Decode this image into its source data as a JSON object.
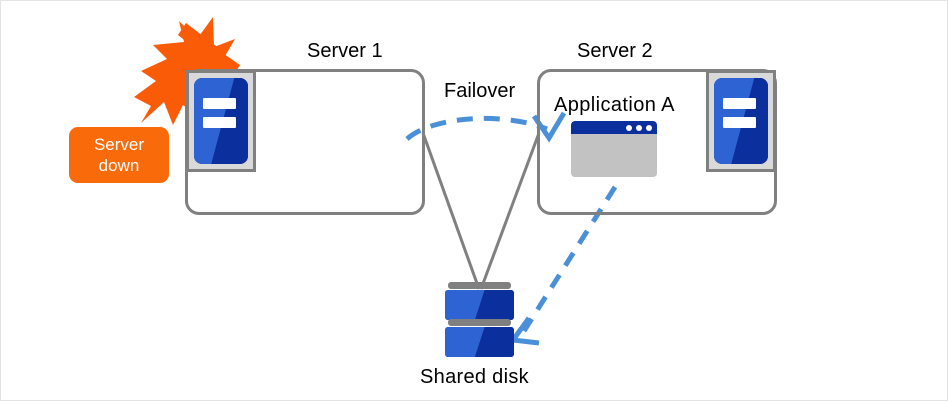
{
  "diagram": {
    "title_labels": {
      "server1": "Server 1",
      "server2": "Server 2",
      "failover": "Failover",
      "application": "Application A",
      "shared_disk": "Shared disk"
    },
    "status_badge": {
      "line1": "Server",
      "line2": "down",
      "color": "#F96A0B",
      "text_color": "#FFFFFF"
    },
    "icons": {
      "server1_machine": "server-tower-icon",
      "server2_machine": "server-tower-icon",
      "application_window": "application-window-icon",
      "shared_disk": "disk-stack-icon",
      "failure_burst": "lightning-burst-icon"
    },
    "colors": {
      "box_outline": "#808080",
      "connector_line": "#808080",
      "arrow_blue": "#4A90D9",
      "tower_blue_light": "#2E63D4",
      "tower_blue_dark": "#0B2F9C",
      "icon_frame_gray": "#D9D9D9",
      "window_body_gray": "#C2C2C2",
      "burst_orange": "#FA5B07",
      "canvas_border": "#E3E3E3"
    },
    "arrows": [
      {
        "name": "failover-arrow",
        "label": "Failover",
        "from": "Server 1",
        "to": "Application A on Server 2",
        "style": "dashed-curve"
      },
      {
        "name": "disk-access-arrow",
        "label": "",
        "from": "Application A",
        "to": "Shared disk",
        "style": "dashed-straight"
      }
    ],
    "connectors": [
      {
        "name": "server1-to-disk",
        "from": "Server 1",
        "to": "Shared disk",
        "style": "solid"
      },
      {
        "name": "server2-to-disk",
        "from": "Server 2",
        "to": "Shared disk",
        "style": "solid"
      }
    ]
  }
}
